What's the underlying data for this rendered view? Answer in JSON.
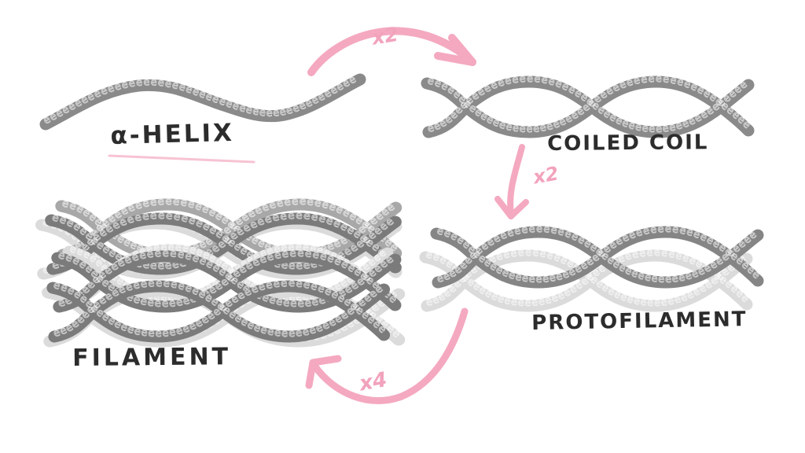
{
  "labels": {
    "alpha_helix": "α-HELIX",
    "coiled_coil": "COILED COIL",
    "protofilament": "PROTOFILAMENT",
    "filament": "FILAMENT"
  },
  "annotations": {
    "x2_top": "x2",
    "x2_right": "x2",
    "x4_bottom": "x4"
  },
  "colors": {
    "rope_dark": "#858585",
    "rope_medium": "#a8a8a8",
    "rope_light": "#dbdbdb",
    "arrow_pink": "#f4a9c0",
    "annotation_pink": "#f2a3bc",
    "underline_pink": "#f7c3d3",
    "label_ink": "#2c2c2c",
    "background": "#ffffff"
  },
  "texture": {
    "coil": "eeeeeeeeeeeeeeeeeeeeeeeeeeeeeeeeeeeeeeeeeeeeeeeeeeeeeeeeeeee"
  }
}
